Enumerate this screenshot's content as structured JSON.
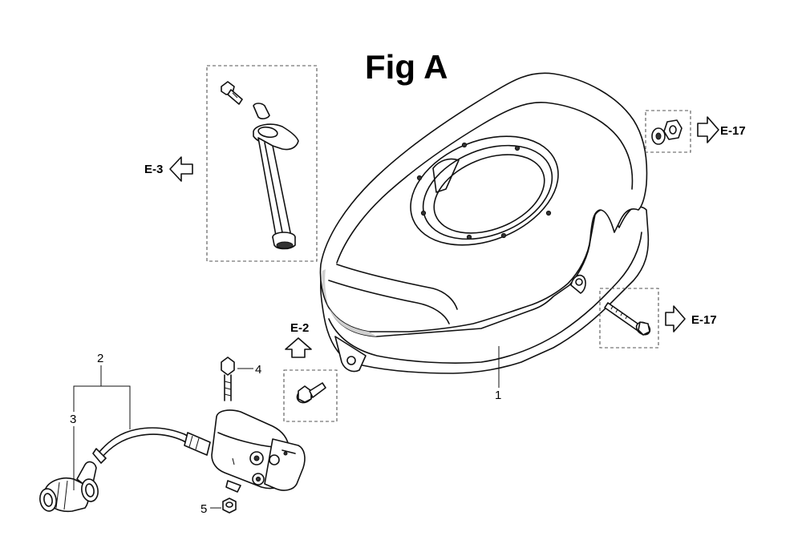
{
  "title": "Fig A",
  "references": {
    "e3": "E-3",
    "e2": "E-2",
    "e17_top": "E-17",
    "e17_mid": "E-17"
  },
  "part_numbers": {
    "p1": "1",
    "p2": "2",
    "p3": "3",
    "p4": "4",
    "p5": "5"
  }
}
